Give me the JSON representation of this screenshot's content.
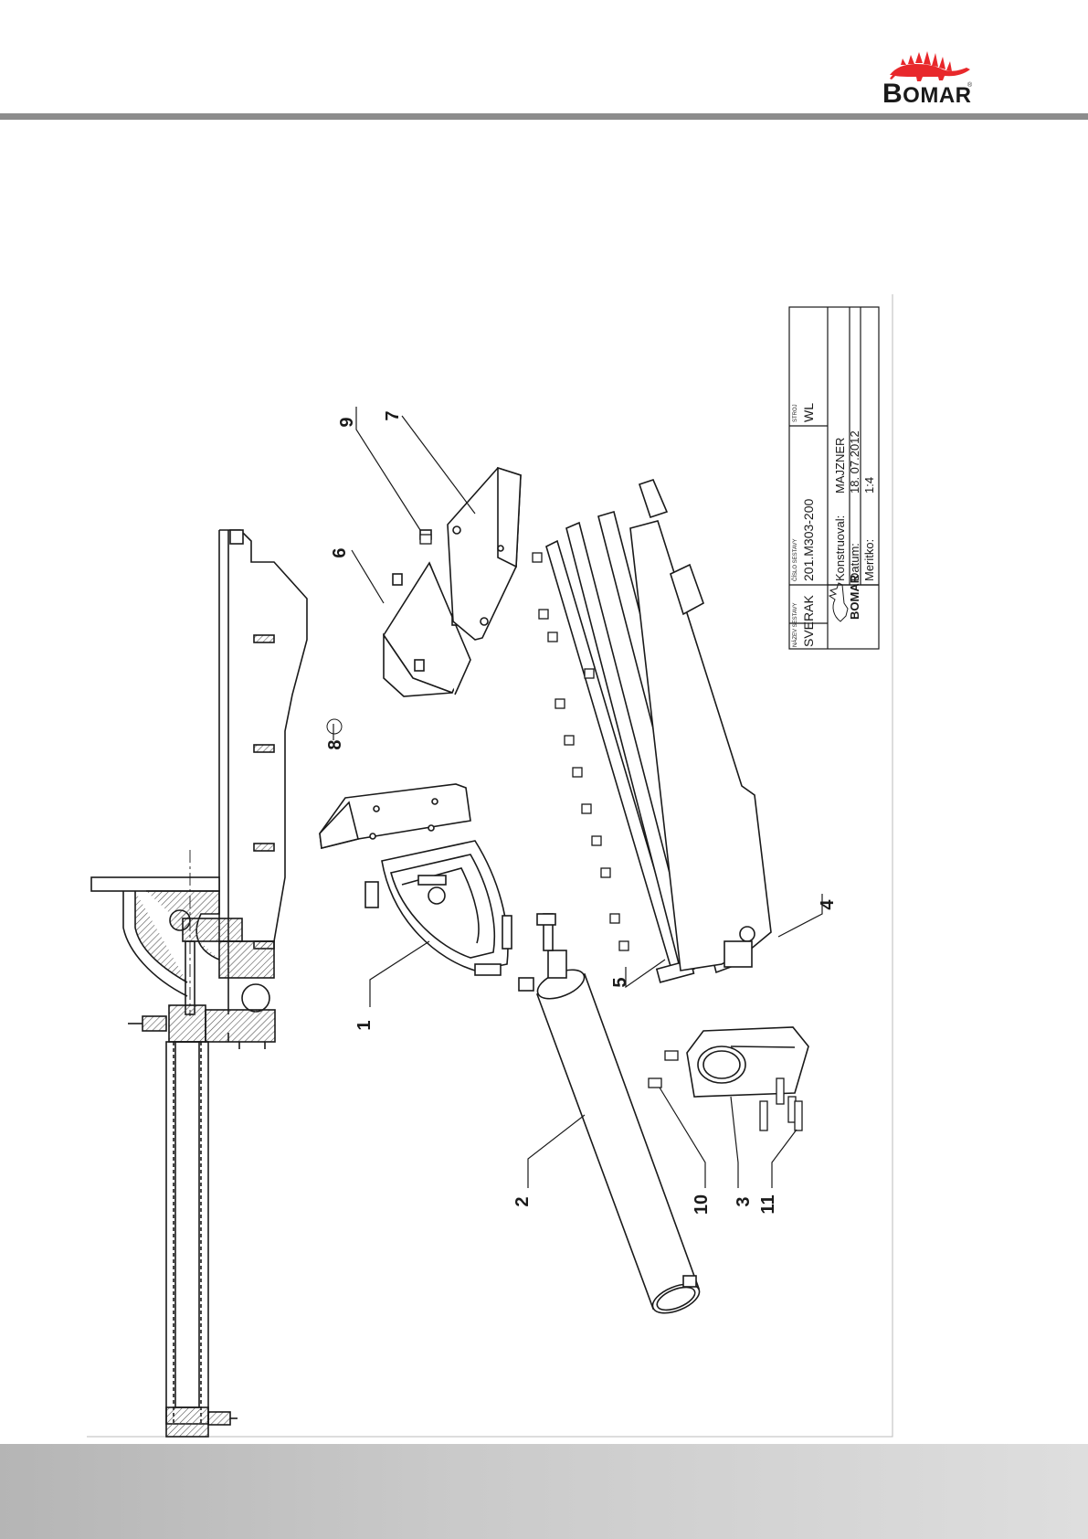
{
  "logo": {
    "text_first": "B",
    "text_rest": "OMAR",
    "registered": "®",
    "color": "#e8282b"
  },
  "callouts": [
    "1",
    "2",
    "3",
    "4",
    "5",
    "6",
    "7",
    "8",
    "9",
    "10",
    "11"
  ],
  "title_block": {
    "name_label": "NÁZEV SESTAVY",
    "name_value": "SVERAK",
    "number_label": "ČÍSLO SESTAVY",
    "number_value": "201.M303-200",
    "machine_label": "STROJ",
    "machine_value": "WL",
    "designer_label": "Konstruoval:",
    "designer_value": "MAJZNER",
    "date_label": "Datum:",
    "date_value": "18. 07.2012",
    "scale_label": "Meritko:",
    "scale_value": "1:4",
    "stamp_text": "BOMAR"
  },
  "colors": {
    "header_rule": "#8c8c8c",
    "line": "#1a1a1a",
    "hatch": "#555555"
  }
}
